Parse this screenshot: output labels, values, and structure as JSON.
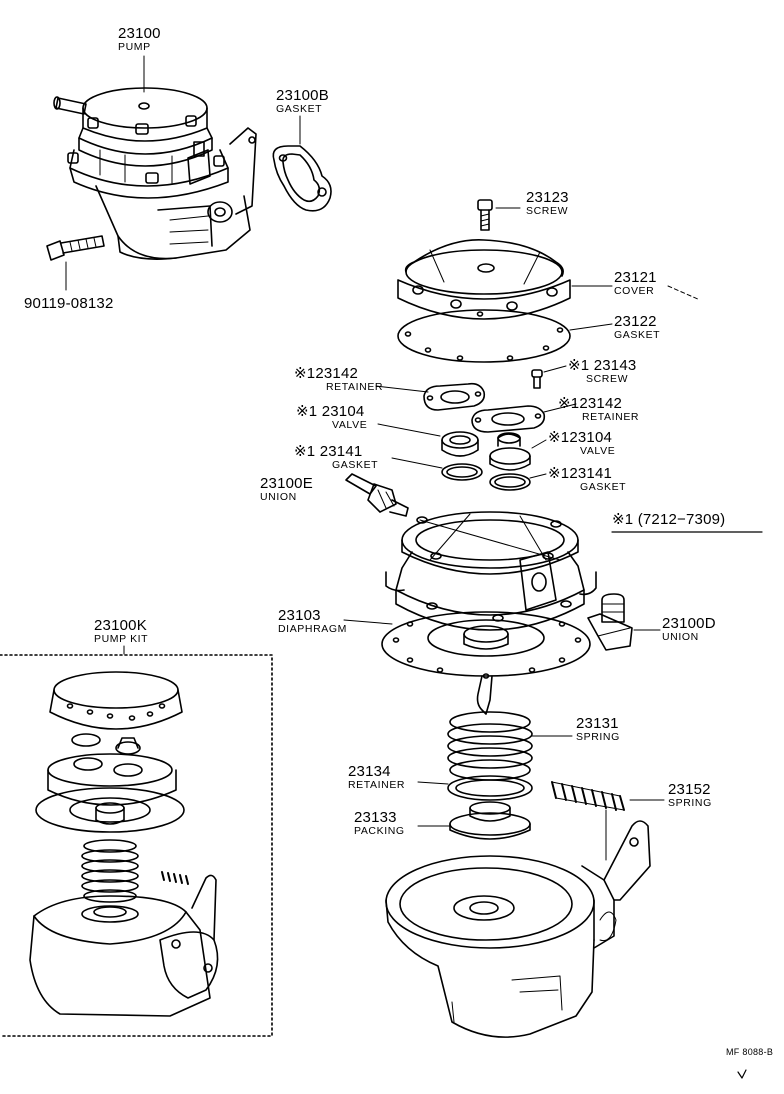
{
  "labels": {
    "pump": {
      "number": "23100",
      "name": "PUMP"
    },
    "gasket_b": {
      "number": "23100B",
      "name": "GASKET"
    },
    "bolt": {
      "number": "90119-08132"
    },
    "screw_top": {
      "number": "23123",
      "name": "SCREW"
    },
    "cover": {
      "number": "23121",
      "name": "COVER"
    },
    "gasket_c": {
      "number": "23122",
      "name": "GASKET"
    },
    "screw_2": {
      "prefix": "※1",
      "number": "23143",
      "name": "SCREW"
    },
    "retainer_l": {
      "prefix": "※1",
      "number": "23142",
      "name": "RETAINER"
    },
    "retainer_r": {
      "prefix": "※1",
      "number": "23142",
      "name": "RETAINER"
    },
    "valve_l": {
      "prefix": "※1",
      "number": "23104",
      "name": "VALVE"
    },
    "valve_r": {
      "prefix": "※1",
      "number": "23104",
      "name": "VALVE"
    },
    "gasket_l": {
      "prefix": "※1",
      "number": "23141",
      "name": "GASKET"
    },
    "gasket_r": {
      "prefix": "※1",
      "number": "23141",
      "name": "GASKET"
    },
    "union_e": {
      "number": "23100E",
      "name": "UNION"
    },
    "note": {
      "prefix": "※1",
      "text": "(7212−7309)"
    },
    "diaphragm": {
      "number": "23103",
      "name": "DIAPHRAGM"
    },
    "union_d": {
      "number": "23100D",
      "name": "UNION"
    },
    "pump_kit": {
      "number": "23100K",
      "name": "PUMP KIT"
    },
    "spring_a": {
      "number": "23131",
      "name": "SPRING"
    },
    "retainer_b": {
      "number": "23134",
      "name": "RETAINER"
    },
    "packing": {
      "number": "23133",
      "name": "PACKING"
    },
    "spring_b": {
      "number": "23152",
      "name": "SPRING"
    },
    "figure_ref": "MF 8088-B"
  },
  "colors": {
    "ink": "#000000",
    "paper": "#ffffff"
  }
}
